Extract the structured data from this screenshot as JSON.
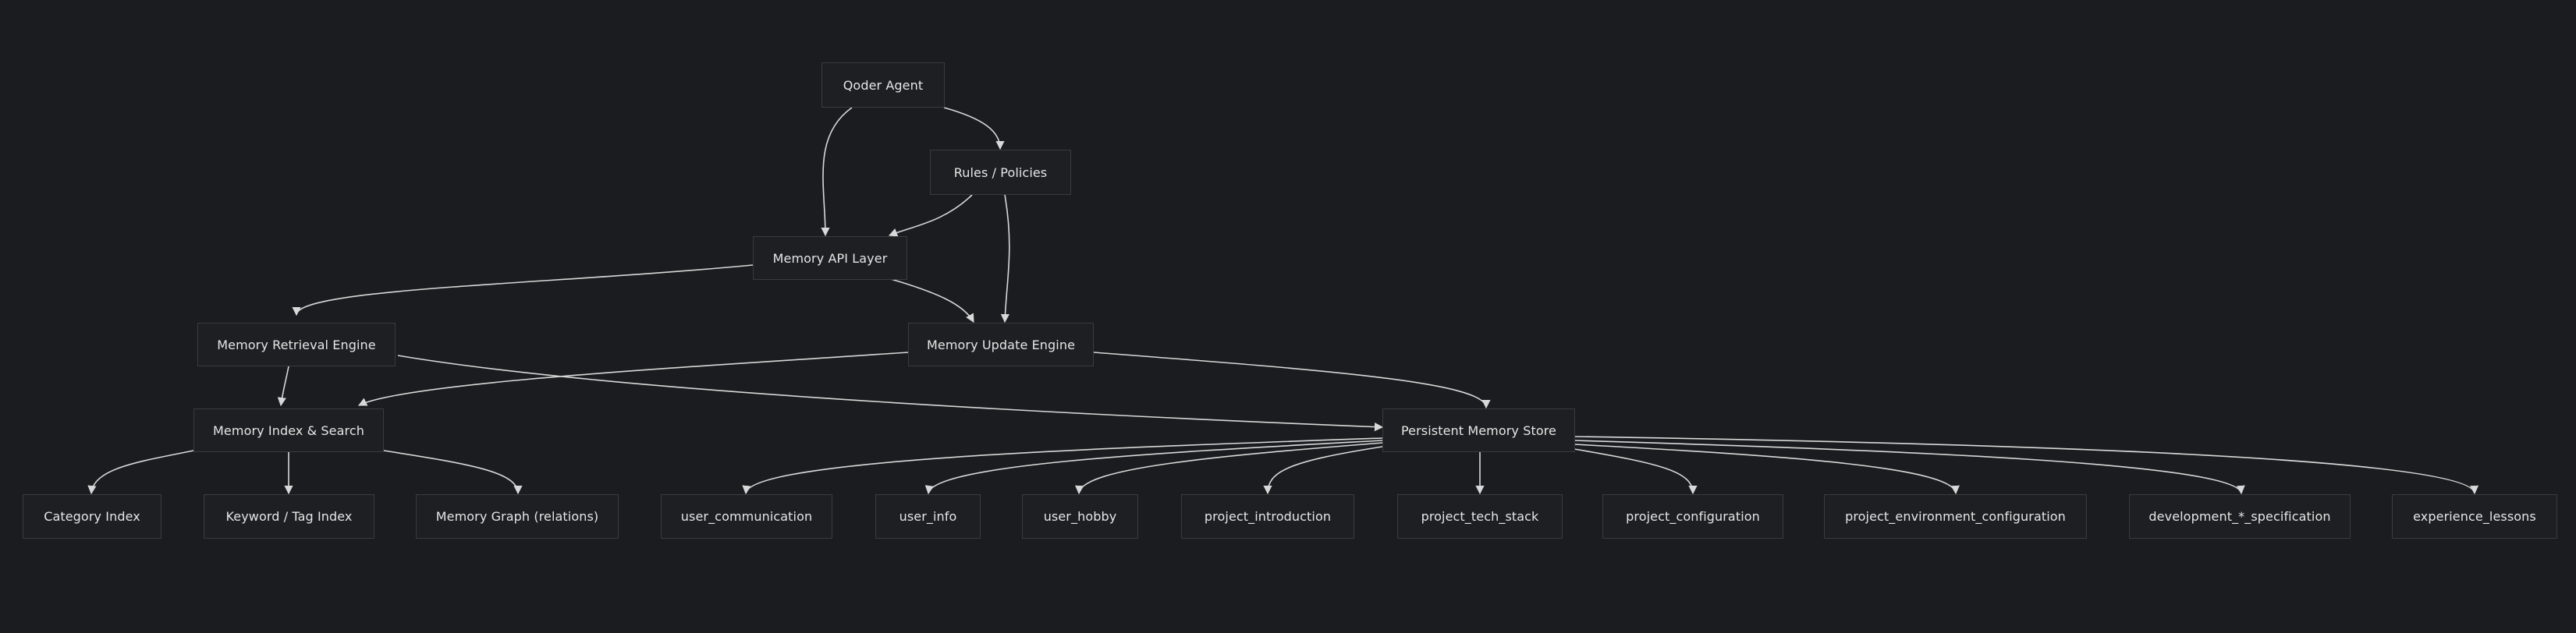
{
  "colors": {
    "background": "#1b1c1f",
    "node_fill": "#1e1f22",
    "node_border": "#3a3b3f",
    "text": "#e6e6e6",
    "edge": "#d8d8d8"
  },
  "nodes": {
    "agent": "Qoder Agent",
    "rules": "Rules / Policies",
    "api": "Memory API Layer",
    "retrieval": "Memory Retrieval Engine",
    "update": "Memory Update Engine",
    "index": "Memory Index & Search",
    "store": "Persistent Memory Store",
    "cat": "Category Index",
    "kw": "Keyword / Tag Index",
    "graph": "Memory Graph (relations)",
    "ucomm": "user_communication",
    "uinfo": "user_info",
    "uhobby": "user_hobby",
    "pintro": "project_introduction",
    "ptech": "project_tech_stack",
    "pconf": "project_configuration",
    "penv": "project_environment_configuration",
    "devspec": "development_*_specification",
    "exp": "experience_lessons"
  },
  "edges": [
    [
      "agent",
      "api"
    ],
    [
      "agent",
      "rules"
    ],
    [
      "rules",
      "api"
    ],
    [
      "rules",
      "update"
    ],
    [
      "api",
      "retrieval"
    ],
    [
      "api",
      "update"
    ],
    [
      "retrieval",
      "index"
    ],
    [
      "retrieval",
      "store"
    ],
    [
      "update",
      "index"
    ],
    [
      "update",
      "store"
    ],
    [
      "index",
      "cat"
    ],
    [
      "index",
      "kw"
    ],
    [
      "index",
      "graph"
    ],
    [
      "store",
      "ucomm"
    ],
    [
      "store",
      "uinfo"
    ],
    [
      "store",
      "uhobby"
    ],
    [
      "store",
      "pintro"
    ],
    [
      "store",
      "ptech"
    ],
    [
      "store",
      "pconf"
    ],
    [
      "store",
      "penv"
    ],
    [
      "store",
      "devspec"
    ],
    [
      "store",
      "exp"
    ]
  ]
}
